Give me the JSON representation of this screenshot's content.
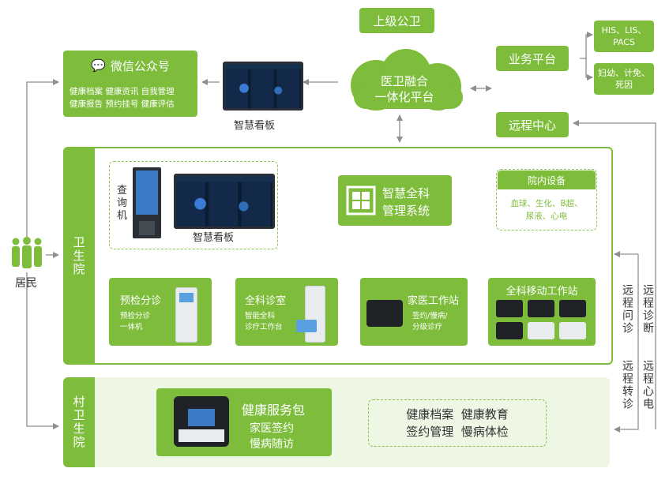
{
  "top": {
    "superior": "上级公卫",
    "wechat_title": "微信公众号",
    "wechat_line1": "健康档案 健康资讯 自我管理",
    "wechat_line2": "健康报告 预约挂号 健康评估",
    "smart_board": "智慧看板",
    "cloud_line1": "医卫融合",
    "cloud_line2": "一体化平台",
    "business": "业务平台",
    "his": "HIS、LIS、\nPACS",
    "maternal": "妇幼、计免、\n死因",
    "remote_center": "远程中心"
  },
  "resident": "居民",
  "health_center": {
    "label": "卫生院",
    "kiosk": "查询机",
    "smart_board": "智慧看板",
    "system_line1": "智慧全科",
    "system_line2": "管理系统",
    "equipment_title": "院内设备",
    "equipment_line1": "血球、生化、B超、",
    "equipment_line2": "尿液、心电",
    "cards": [
      {
        "title": "预检分诊",
        "sub1": "预检分诊",
        "sub2": "一体机"
      },
      {
        "title": "全科诊室",
        "sub1": "智能全科",
        "sub2": "诊疗工作台"
      },
      {
        "title": "家医工作站",
        "sub1": "签约/慢病/",
        "sub2": "分级诊疗"
      },
      {
        "title": "全科移动工作站",
        "sub1": "",
        "sub2": ""
      }
    ]
  },
  "remote": {
    "col1": "远程问诊",
    "col2": "远程诊断",
    "col3": "远程转诊",
    "col4": "远程心电"
  },
  "village": {
    "label": "村卫生院",
    "pack_title": "健康服务包",
    "pack_line1": "家医签约",
    "pack_line2": "慢病随访",
    "services_line1": "健康档案  健康教育",
    "services_line2": "签约管理  慢病体检"
  },
  "colors": {
    "primary": "#7dbd3b",
    "panel": "#eef6e4",
    "arrow": "#8f8f8f"
  }
}
